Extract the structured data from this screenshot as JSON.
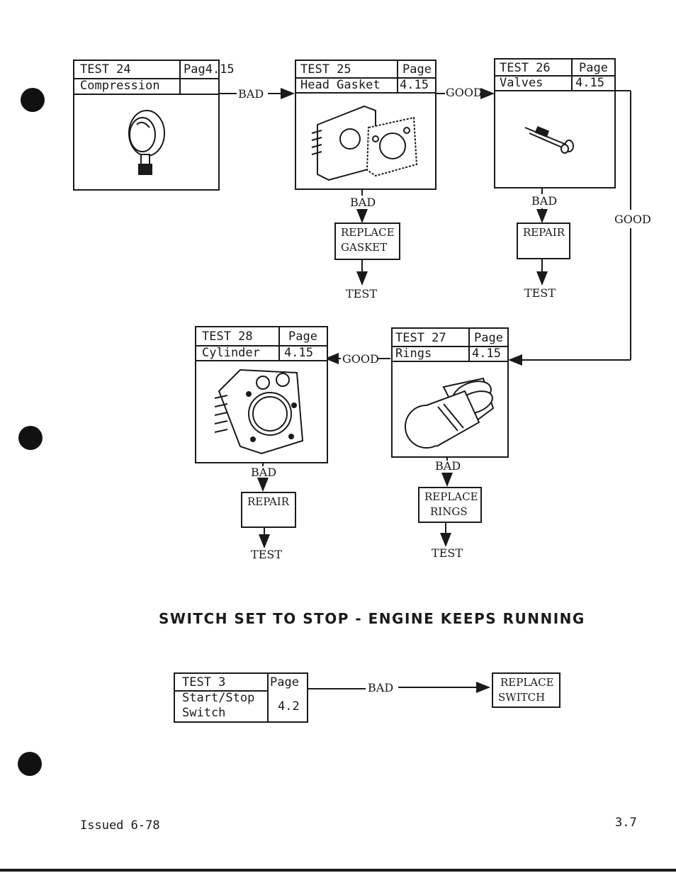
{
  "tests": {
    "t24": {
      "label": "TEST 24",
      "page_label": "Pag4.15",
      "name": "Compression",
      "page": ""
    },
    "t25": {
      "label": "TEST 25",
      "page_label": "Page",
      "name": "Head Gasket",
      "page": "4.15"
    },
    "t26": {
      "label": "TEST 26",
      "page_label": "Page",
      "name": "Valves",
      "page": "4.15"
    },
    "t27": {
      "label": "TEST 27",
      "page_label": "Page",
      "name": "Rings",
      "page": "4.15"
    },
    "t28": {
      "label": "TEST 28",
      "page_label": "Page",
      "name": "Cylinder",
      "page": "4.15"
    },
    "t3": {
      "label": "TEST 3",
      "page_label": "Page",
      "name_line1": "Start/Stop",
      "name_line2": "Switch",
      "page": "4.2"
    }
  },
  "flow_labels": {
    "bad": "BAD",
    "good": "GOOD",
    "test": "TEST"
  },
  "actions": {
    "replace_gasket": {
      "line1": "REPLACE",
      "line2": "GASKET"
    },
    "repair_valves": {
      "line1": "REPAIR"
    },
    "repair_cylinder": {
      "line1": "REPAIR"
    },
    "replace_rings": {
      "line1": "REPLACE",
      "line2": "RINGS"
    },
    "replace_switch": {
      "line1": "REPLACE",
      "line2": "SWITCH"
    }
  },
  "section_heading": "SWITCH  SET TO STOP - ENGINE KEEPS RUNNING",
  "footer": {
    "issued": "Issued 6-78",
    "page_number": "3.7"
  },
  "colors": {
    "ink": "#1a1a1a",
    "paper": "#ffffff"
  }
}
